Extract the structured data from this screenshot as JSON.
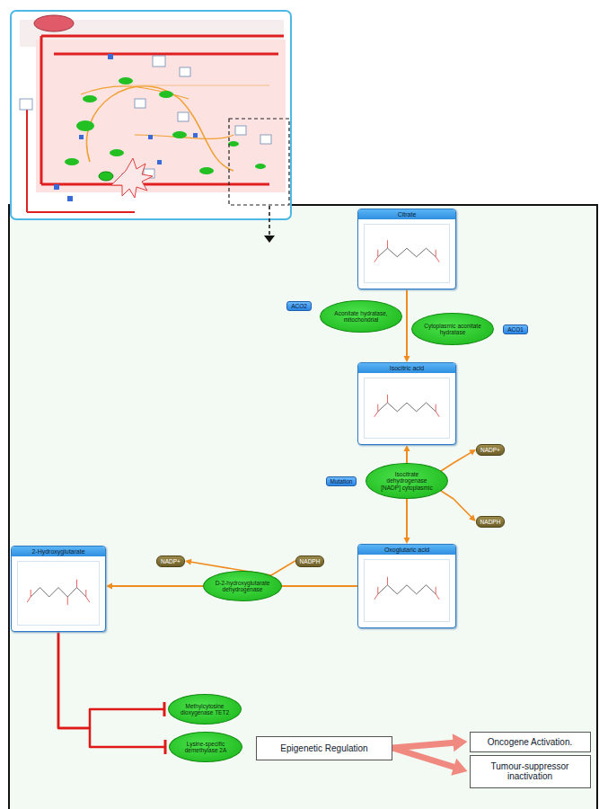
{
  "diagram": {
    "nodes": [
      {
        "text": [
          "Citrate"
        ]
      },
      {
        "text": [
          "Aconitate hydratase, mitochondrial"
        ]
      },
      {
        "text": [
          "ACO2"
        ]
      },
      {
        "text": [
          "Cytoplasmic aconitate hydratase"
        ]
      },
      {
        "text": [
          "ACO1"
        ]
      },
      {
        "text": [
          "Isocitric acid"
        ]
      },
      {
        "text": [
          "Mutation"
        ]
      },
      {
        "text": [
          "Isocitrate dehydrogenase [NADP] cytoplasmic"
        ]
      },
      {
        "text": [
          "NADP+"
        ]
      },
      {
        "text": [
          "NADPH"
        ]
      },
      {
        "text": [
          "Oxoglutaric acid"
        ]
      },
      {
        "text": [
          "NADPH"
        ]
      },
      {
        "text": [
          "D-2-hydroxyglutarate dehydrogenase"
        ]
      },
      {
        "text": [
          "NADP+"
        ]
      },
      {
        "text": [
          "2-Hydroxyglutarate"
        ]
      },
      {
        "text": [
          "Methylcytosine dioxygenase TET2"
        ]
      },
      {
        "text": [
          "Lysine-specific demethylase 2A"
        ]
      },
      {
        "text": [
          "Epigenetic Regulation"
        ]
      },
      {
        "text": [
          "Oncogene Activation."
        ]
      },
      {
        "text": [
          "Tumour-suppressor inactivation"
        ]
      }
    ],
    "edges": [
      {
        "from": 0,
        "to": 5,
        "arrow": "to"
      },
      {
        "from": 5,
        "to": 10,
        "arrow": "both"
      },
      {
        "from": 7,
        "to": 8,
        "arrow": "to"
      },
      {
        "from": 7,
        "to": 9,
        "arrow": "to"
      },
      {
        "from": 10,
        "to": 14,
        "arrow": "to"
      },
      {
        "from": 11,
        "to": 12,
        "arrow": "none"
      },
      {
        "from": 12,
        "to": 13,
        "arrow": "to"
      },
      {
        "from": 14,
        "to": 15,
        "arrow": "to"
      },
      {
        "from": 14,
        "to": 16,
        "arrow": "to"
      },
      {
        "from": 17,
        "to": 18,
        "arrow": "to"
      },
      {
        "from": 17,
        "to": 19,
        "arrow": "to"
      }
    ]
  }
}
